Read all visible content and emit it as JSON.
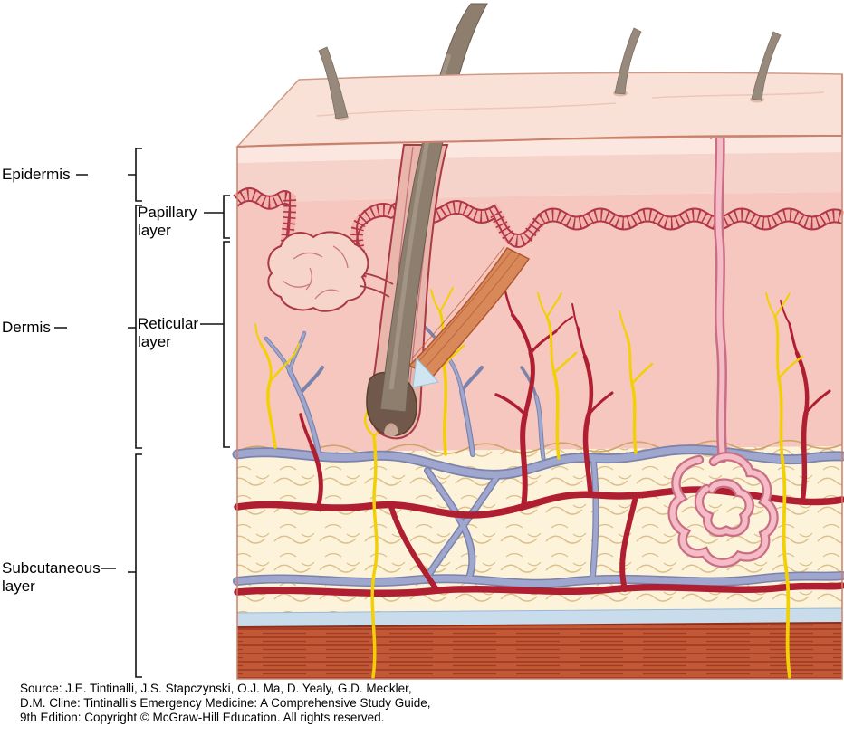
{
  "diagram": {
    "labels": {
      "epidermis": "Epidermis",
      "papillary": "Papillary layer",
      "reticular": "Reticular layer",
      "dermis": "Dermis",
      "subcutaneous": "Subcutaneous layer"
    },
    "colors": {
      "skin_surface": "#f9e1d8",
      "epidermis": "#f6d3ca",
      "dermis": "#f5c7be",
      "basal_layer_outline": "#b13648",
      "subcutaneous_fat": "#fdf3da",
      "fascia": "#c8dcec",
      "muscle": "#c25836",
      "artery": "#b01e32",
      "vein": "#9fa7cf",
      "nerve": "#f3cf06",
      "sweat_gland": "#f5bcc8",
      "hair": "#8d7e6e"
    }
  },
  "source": {
    "line1": "Source: J.E. Tintinalli, J.S. Stapczynski, O.J. Ma, D. Yealy, G.D. Meckler,",
    "line2": "D.M. Cline: Tintinalli's Emergency Medicine: A Comprehensive Study Guide,",
    "line3": "9th Edition: Copyright © McGraw-Hill Education. All rights reserved."
  }
}
